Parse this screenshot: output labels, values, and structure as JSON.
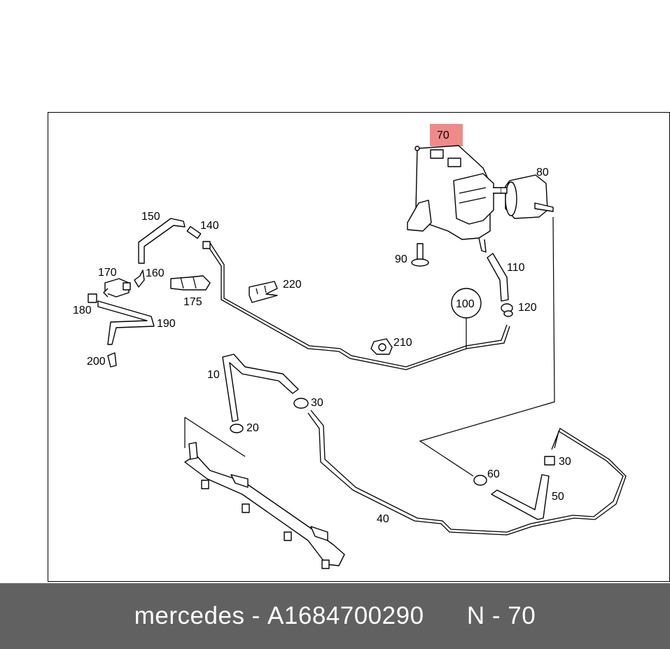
{
  "diagram": {
    "highlight_color": "#f08a8a",
    "labels": {
      "p70": "70",
      "p80": "80",
      "p90": "90",
      "p100": "100",
      "p110": "110",
      "p120": "120",
      "p140": "140",
      "p150": "150",
      "p160": "160",
      "p170": "170",
      "p175": "175",
      "p180": "180",
      "p190": "190",
      "p200": "200",
      "p210": "210",
      "p220": "220",
      "p10": "10",
      "p20": "20",
      "p30a": "30",
      "p30b": "30",
      "p40": "40",
      "p50": "50",
      "p60": "60"
    }
  },
  "footer": {
    "brand": "mercedes",
    "separator": " - ",
    "part_number": "A1684700290",
    "position": "N - 70",
    "background": "#616161"
  }
}
